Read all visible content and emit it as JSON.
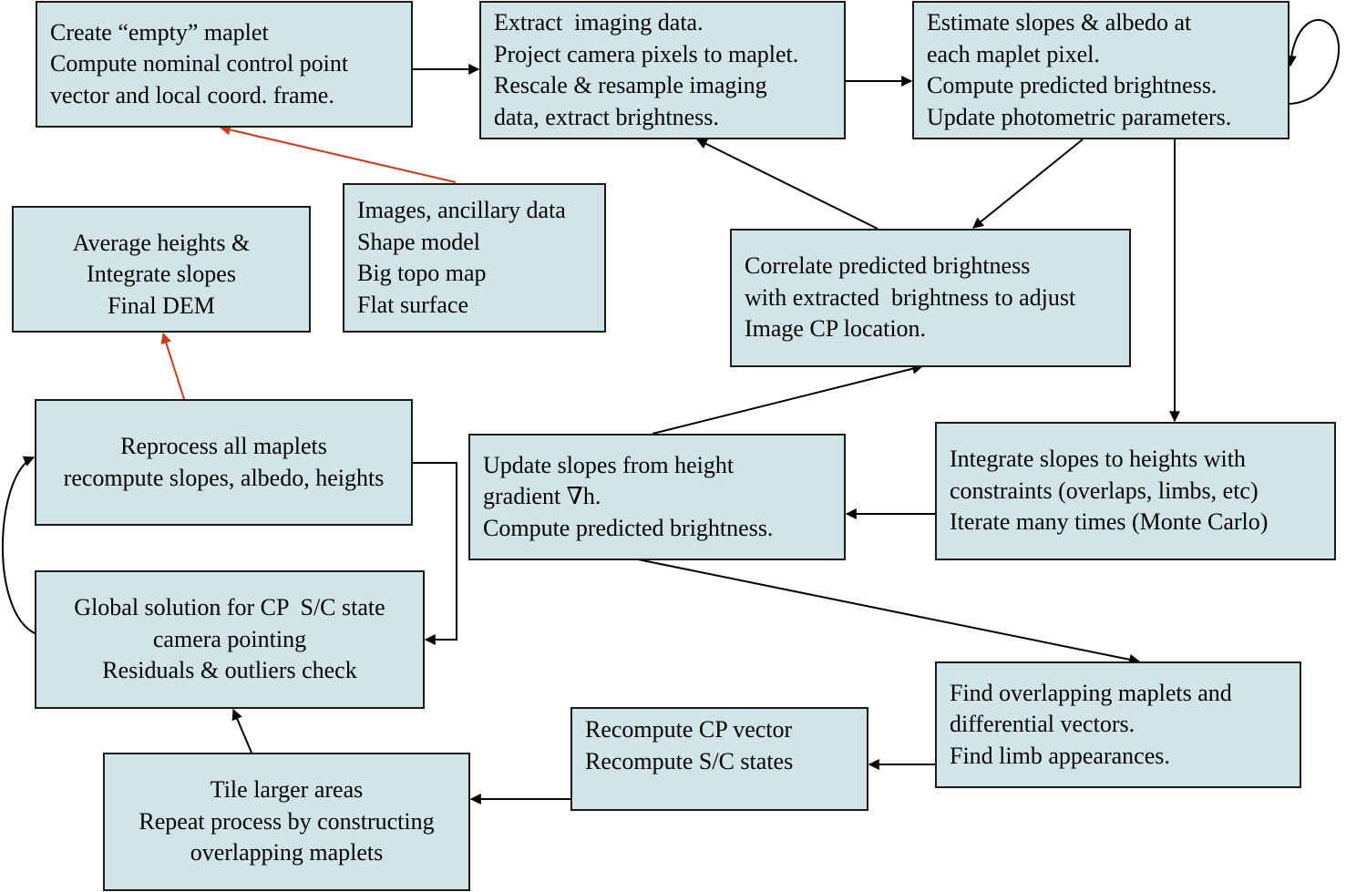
{
  "diagram": {
    "colors": {
      "box_fill": "#d1e4e8",
      "box_border": "#1a1a1a",
      "arrow": "#000000",
      "input_arrow": "#d03a1c"
    },
    "boxes": {
      "create_maplet": [
        "Create “empty” maplet",
        "Compute nominal control point",
        "vector and local coord. frame."
      ],
      "extract_imaging": [
        "Extract  imaging data.",
        "Project camera pixels to maplet.",
        "Rescale & resample imaging",
        "data, extract brightness."
      ],
      "estimate_slopes": [
        "Estimate slopes & albedo at",
        "each maplet pixel.",
        "Compute predicted brightness.",
        "Update photometric parameters."
      ],
      "inputs": [
        "Images, ancillary data",
        "Shape model",
        "Big topo map",
        "Flat surface"
      ],
      "final_dem": [
        "Average heights &",
        "Integrate slopes",
        "Final DEM"
      ],
      "correlate": [
        "Correlate predicted brightness",
        "with extracted  brightness to adjust",
        "Image CP location."
      ],
      "reprocess": [
        "Reprocess all maplets",
        "recompute slopes, albedo, heights"
      ],
      "update_slopes": [
        "Update slopes from height",
        "gradient ∇h.",
        "Compute predicted brightness."
      ],
      "integrate_slopes": [
        "Integrate slopes to heights with",
        "constraints (overlaps, limbs, etc)",
        "Iterate many times (Monte Carlo)"
      ],
      "global_solution": [
        "Global solution for CP  S/C state",
        "camera pointing",
        "Residuals & outliers check"
      ],
      "find_overlapping": [
        "Find overlapping maplets and",
        "differential vectors.",
        "Find limb appearances."
      ],
      "recompute_cp": [
        "Recompute CP vector",
        "Recompute S/C states",
        ""
      ],
      "tile_larger": [
        "Tile larger areas",
        "Repeat process by constructing",
        "overlapping maplets"
      ]
    },
    "connections": [
      {
        "from": "create_maplet",
        "to": "extract_imaging",
        "style": "arrow"
      },
      {
        "from": "extract_imaging",
        "to": "estimate_slopes",
        "style": "arrow"
      },
      {
        "from": "estimate_slopes",
        "to": "estimate_slopes",
        "style": "self-loop"
      },
      {
        "from": "inputs",
        "to": "create_maplet",
        "style": "input_arrow"
      },
      {
        "from": "estimate_slopes",
        "to": "correlate",
        "style": "arrow"
      },
      {
        "from": "correlate",
        "to": "extract_imaging",
        "style": "arrow"
      },
      {
        "from": "estimate_slopes",
        "to": "integrate_slopes",
        "style": "arrow"
      },
      {
        "from": "integrate_slopes",
        "to": "update_slopes",
        "style": "arrow"
      },
      {
        "from": "update_slopes",
        "to": "correlate",
        "style": "arrow"
      },
      {
        "from": "update_slopes",
        "to": "find_overlapping",
        "style": "arrow"
      },
      {
        "from": "find_overlapping",
        "to": "recompute_cp",
        "style": "arrow"
      },
      {
        "from": "recompute_cp",
        "to": "tile_larger",
        "style": "arrow"
      },
      {
        "from": "tile_larger",
        "to": "global_solution",
        "style": "arrow"
      },
      {
        "from": "global_solution",
        "to": "reprocess",
        "style": "curved"
      },
      {
        "from": "reprocess",
        "to": "global_solution",
        "style": "elbow"
      },
      {
        "from": "reprocess",
        "to": "final_dem",
        "style": "input_arrow"
      }
    ]
  }
}
